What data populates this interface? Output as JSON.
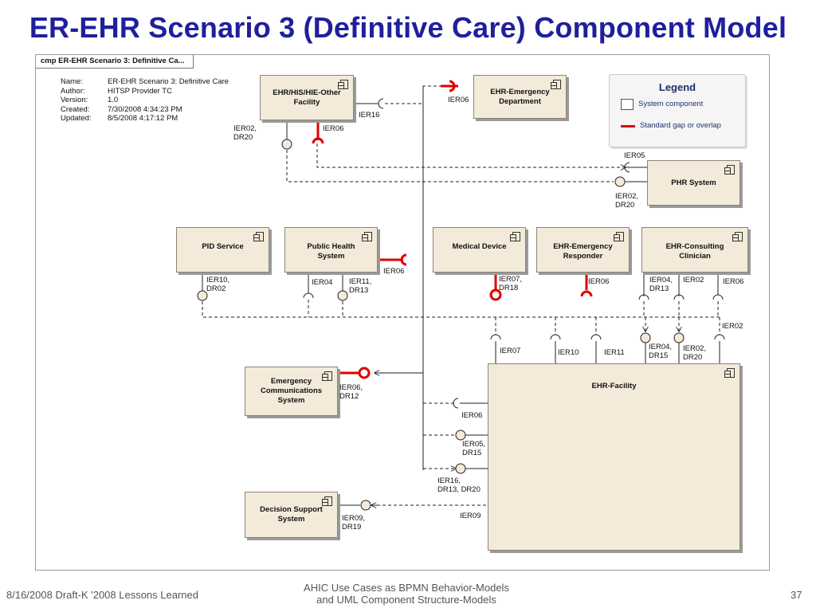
{
  "slide": {
    "title": "ER-EHR Scenario 3 (Definitive Care) Component Model"
  },
  "diagram": {
    "frame_tab": "cmp ER-EHR Scenario 3: Definitive Ca...",
    "metadata": [
      {
        "key": "Name:",
        "value": "ER-EHR Scenario 3: Definitive Care"
      },
      {
        "key": "Author:",
        "value": "HITSP Provider TC"
      },
      {
        "key": "Version:",
        "value": "1.0"
      },
      {
        "key": "Created:",
        "value": "7/30/2008 4:34:23 PM"
      },
      {
        "key": "Updated:",
        "value": "8/5/2008 4:17:12 PM"
      }
    ],
    "components": {
      "ehr_his_hie": "EHR/HIS/HIE-Other Facility",
      "ehr_emergency_department": "EHR-Emergency Department",
      "phr_system": "PHR System",
      "pid_service": "PID Service",
      "public_health_system": "Public Health System",
      "medical_device": "Medical Device",
      "ehr_emergency_responder": "EHR-Emergency Responder",
      "ehr_consulting_clinician": "EHR-Consulting Clinician",
      "emergency_communications_system": "Emergency Communications System",
      "ehr_facility": "EHR-Facility",
      "decision_support_system": "Decision Support System"
    },
    "labels": {
      "ier16_top": "IER16",
      "ier02_dr20_top_l1": "IER02,",
      "ier02_dr20_top_l2": "DR20",
      "ier06_top": "IER06",
      "ier06_ed": "IER06",
      "ier05_phr": "IER05",
      "ier02_phr_l1": "IER02,",
      "ier02_phr_l2": "DR20",
      "ier10_pid_l1": "IER10,",
      "ier10_pid_l2": "DR02",
      "ier04_ph": "IER04",
      "ier11_ph_l1": "IER11,",
      "ier11_ph_l2": "DR13",
      "ier06_ph": "IER06",
      "ier07_md_l1": "IER07,",
      "ier07_md_l2": "DR18",
      "ier06_er": "IER06",
      "ier04_cc_l1": "IER04,",
      "ier04_cc_l2": "DR13",
      "ier02_cc": "IER02",
      "ier06_cc": "IER06",
      "ier02_right": "IER02",
      "ier07_fac": "IER07",
      "ier10_fac": "IER10",
      "ier11_fac": "IER11",
      "ier04_fac_l1": "IER04,",
      "ier04_fac_l2": "DR15",
      "ier02_fac_l1": "IER02,",
      "ier02_fac_l2": "DR20",
      "ier06_ecs_l1": "IER06,",
      "ier06_ecs_l2": "DR12",
      "ier06_fac": "IER06",
      "ier05_fac_l1": "IER05,",
      "ier05_fac_l2": "DR15",
      "ier16_fac_l1": "IER16,",
      "ier16_fac_l2": "DR13, DR20",
      "ier09_dss_l1": "IER09,",
      "ier09_dss_l2": "DR19",
      "ier09_fac": "IER09"
    },
    "legend": {
      "title": "Legend",
      "system_component": "System component",
      "standard_gap": "Standard gap or overlap"
    },
    "colors": {
      "component_fill": "#f3ead9",
      "gap_red": "#e00000",
      "title_blue": "#1f1f9e"
    }
  },
  "footer": {
    "left": "8/16/2008 Draft-K '2008 Lessons Learned",
    "center_l1": "AHIC Use Cases as BPMN Behavior-Models",
    "center_l2": "and UML Component Structure-Models",
    "page": "37"
  }
}
